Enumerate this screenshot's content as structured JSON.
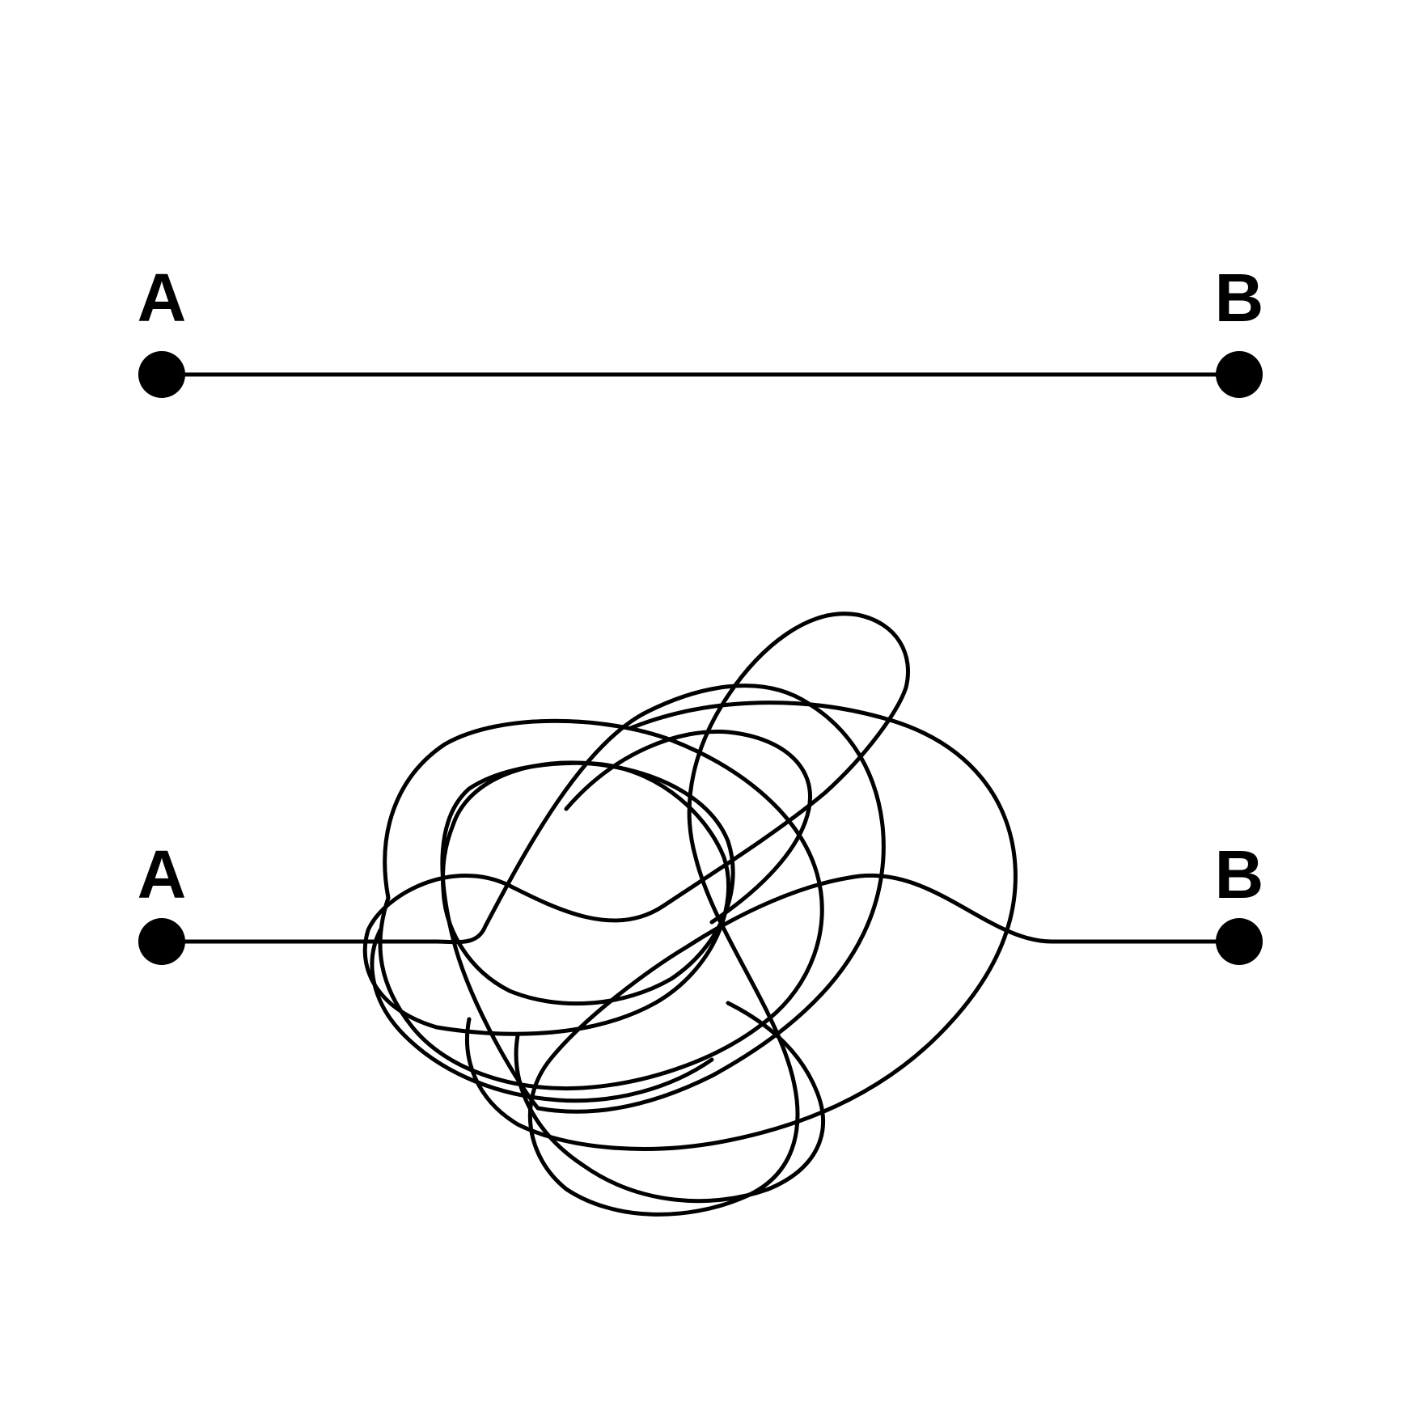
{
  "colors": {
    "ink": "#000000",
    "background": "#ffffff"
  },
  "panels": [
    {
      "id": "straight",
      "start": {
        "label": "A"
      },
      "end": {
        "label": "B"
      },
      "path_kind": "straight line"
    },
    {
      "id": "tangled",
      "start": {
        "label": "A"
      },
      "end": {
        "label": "B"
      },
      "path_kind": "tangled scribble"
    }
  ]
}
